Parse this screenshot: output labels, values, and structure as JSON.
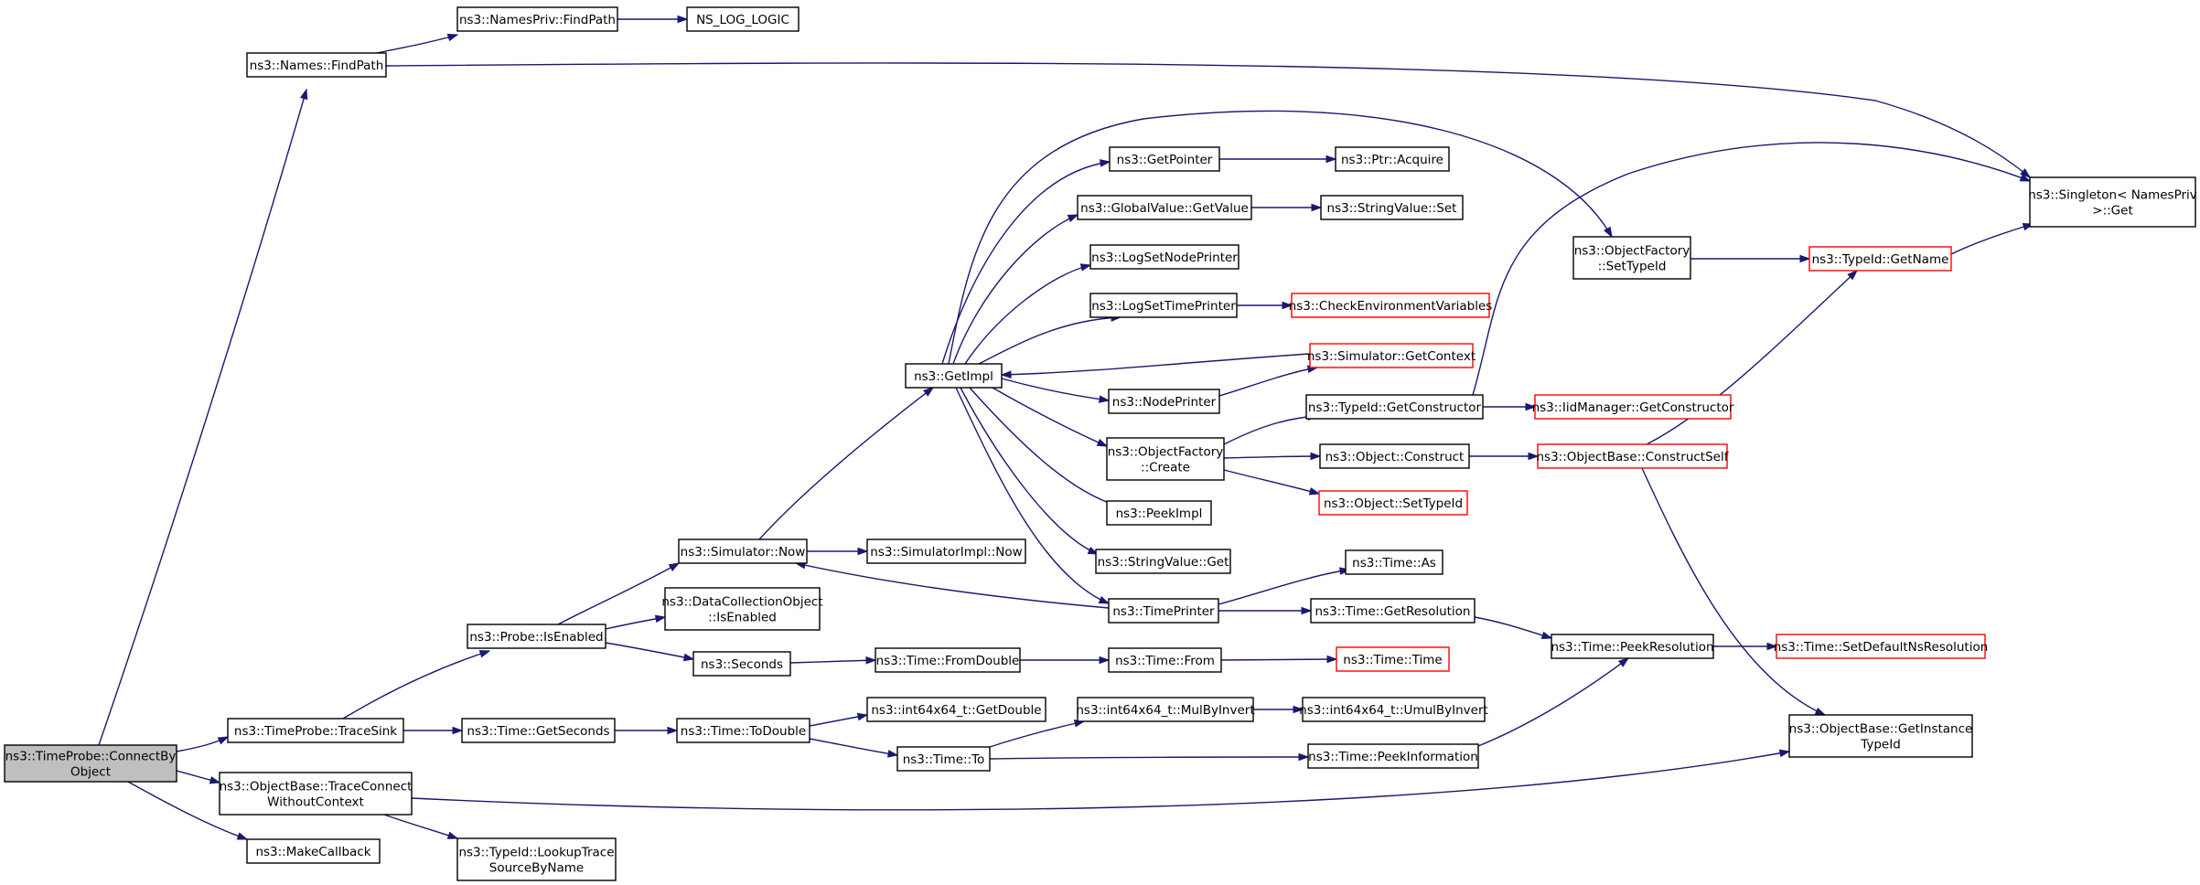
{
  "diagram": {
    "nodes": [
      {
        "id": "connect",
        "lines": [
          "ns3::TimeProbe::ConnectBy",
          "Object"
        ],
        "style": "root"
      },
      {
        "id": "names_findpath",
        "lines": [
          "ns3::Names::FindPath"
        ]
      },
      {
        "id": "namespriv_findpath",
        "lines": [
          "ns3::NamesPriv::FindPath"
        ]
      },
      {
        "id": "ns_log_logic",
        "lines": [
          "NS_LOG_LOGIC"
        ]
      },
      {
        "id": "singleton_get",
        "lines": [
          "ns3::Singleton< NamesPriv",
          ">::Get"
        ]
      },
      {
        "id": "traceconnect",
        "lines": [
          "ns3::ObjectBase::TraceConnect",
          "WithoutContext"
        ]
      },
      {
        "id": "makecallback",
        "lines": [
          "ns3::MakeCallback"
        ]
      },
      {
        "id": "lookuptrace",
        "lines": [
          "ns3::TypeId::LookupTrace",
          "SourceByName"
        ]
      },
      {
        "id": "tracesink",
        "lines": [
          "ns3::TimeProbe::TraceSink"
        ]
      },
      {
        "id": "probe_isenabled",
        "lines": [
          "ns3::Probe::IsEnabled"
        ]
      },
      {
        "id": "time_getseconds",
        "lines": [
          "ns3::Time::GetSeconds"
        ]
      },
      {
        "id": "time_todouble",
        "lines": [
          "ns3::Time::ToDouble"
        ]
      },
      {
        "id": "int64_getdouble",
        "lines": [
          "ns3::int64x64_t::GetDouble"
        ]
      },
      {
        "id": "time_to",
        "lines": [
          "ns3::Time::To"
        ]
      },
      {
        "id": "int64_mulbyinvert",
        "lines": [
          "ns3::int64x64_t::MulByInvert"
        ]
      },
      {
        "id": "int64_umulbyinvert",
        "lines": [
          "ns3::int64x64_t::UmulByInvert"
        ]
      },
      {
        "id": "time_peekinformation",
        "lines": [
          "ns3::Time::PeekInformation"
        ]
      },
      {
        "id": "time_peekresolution",
        "lines": [
          "ns3::Time::PeekResolution"
        ]
      },
      {
        "id": "time_setdefaultns",
        "lines": [
          "ns3::Time::SetDefaultNsResolution"
        ],
        "style": "trunc"
      },
      {
        "id": "simulator_now",
        "lines": [
          "ns3::Simulator::Now"
        ]
      },
      {
        "id": "simimpl_now",
        "lines": [
          "ns3::SimulatorImpl::Now"
        ]
      },
      {
        "id": "dco_isenabled",
        "lines": [
          "ns3::DataCollectionObject",
          "::IsEnabled"
        ]
      },
      {
        "id": "seconds",
        "lines": [
          "ns3::Seconds"
        ]
      },
      {
        "id": "time_fromdouble",
        "lines": [
          "ns3::Time::FromDouble"
        ]
      },
      {
        "id": "time_from",
        "lines": [
          "ns3::Time::From"
        ]
      },
      {
        "id": "time_time",
        "lines": [
          "ns3::Time::Time"
        ],
        "style": "trunc"
      },
      {
        "id": "getimpl",
        "lines": [
          "ns3::GetImpl"
        ]
      },
      {
        "id": "getpointer",
        "lines": [
          "ns3::GetPointer"
        ]
      },
      {
        "id": "ptr_acquire",
        "lines": [
          "ns3::Ptr::Acquire"
        ]
      },
      {
        "id": "globalvalue_getvalue",
        "lines": [
          "ns3::GlobalValue::GetValue"
        ]
      },
      {
        "id": "stringvalue_set",
        "lines": [
          "ns3::StringValue::Set"
        ]
      },
      {
        "id": "logsetnodeprinter",
        "lines": [
          "ns3::LogSetNodePrinter"
        ]
      },
      {
        "id": "logsettimeprinter",
        "lines": [
          "ns3::LogSetTimePrinter"
        ]
      },
      {
        "id": "checkenv",
        "lines": [
          "ns3::CheckEnvironmentVariables"
        ],
        "style": "trunc"
      },
      {
        "id": "sim_getcontext",
        "lines": [
          "ns3::Simulator::GetContext"
        ],
        "style": "trunc"
      },
      {
        "id": "nodeprinter",
        "lines": [
          "ns3::NodePrinter"
        ]
      },
      {
        "id": "objfactory_create",
        "lines": [
          "ns3::ObjectFactory",
          "::Create"
        ]
      },
      {
        "id": "peekimpl",
        "lines": [
          "ns3::PeekImpl"
        ]
      },
      {
        "id": "stringvalue_get",
        "lines": [
          "ns3::StringValue::Get"
        ]
      },
      {
        "id": "timeprinter",
        "lines": [
          "ns3::TimePrinter"
        ]
      },
      {
        "id": "time_as",
        "lines": [
          "ns3::Time::As"
        ]
      },
      {
        "id": "time_getresolution",
        "lines": [
          "ns3::Time::GetResolution"
        ]
      },
      {
        "id": "typeid_getconstructor",
        "lines": [
          "ns3::TypeId::GetConstructor"
        ]
      },
      {
        "id": "iidmanager_getconstructor",
        "lines": [
          "ns3::IidManager::GetConstructor"
        ],
        "style": "trunc"
      },
      {
        "id": "object_construct",
        "lines": [
          "ns3::Object::Construct"
        ]
      },
      {
        "id": "objectbase_constructself",
        "lines": [
          "ns3::ObjectBase::ConstructSelf"
        ],
        "style": "trunc"
      },
      {
        "id": "object_settypeid",
        "lines": [
          "ns3::Object::SetTypeId"
        ],
        "style": "trunc"
      },
      {
        "id": "objfactory_settypeid",
        "lines": [
          "ns3::ObjectFactory",
          "::SetTypeId"
        ]
      },
      {
        "id": "typeid_getname",
        "lines": [
          "ns3::TypeId::GetName"
        ],
        "style": "trunc"
      },
      {
        "id": "objectbase_getinstancetypeid",
        "lines": [
          "ns3::ObjectBase::GetInstance",
          "TypeId"
        ]
      }
    ],
    "edges": [
      [
        "connect",
        "names_findpath"
      ],
      [
        "connect",
        "tracesink"
      ],
      [
        "connect",
        "traceconnect"
      ],
      [
        "connect",
        "makecallback"
      ],
      [
        "names_findpath",
        "namespriv_findpath"
      ],
      [
        "names_findpath",
        "singleton_get"
      ],
      [
        "namespriv_findpath",
        "ns_log_logic"
      ],
      [
        "traceconnect",
        "objectbase_getinstancetypeid"
      ],
      [
        "traceconnect",
        "lookuptrace"
      ],
      [
        "tracesink",
        "probe_isenabled"
      ],
      [
        "tracesink",
        "time_getseconds"
      ],
      [
        "probe_isenabled",
        "simulator_now"
      ],
      [
        "probe_isenabled",
        "dco_isenabled"
      ],
      [
        "probe_isenabled",
        "seconds"
      ],
      [
        "time_getseconds",
        "time_todouble"
      ],
      [
        "time_todouble",
        "int64_getdouble"
      ],
      [
        "time_todouble",
        "time_to"
      ],
      [
        "time_to",
        "int64_mulbyinvert"
      ],
      [
        "time_to",
        "time_peekinformation"
      ],
      [
        "int64_mulbyinvert",
        "int64_umulbyinvert"
      ],
      [
        "time_peekinformation",
        "time_peekresolution"
      ],
      [
        "time_peekresolution",
        "time_setdefaultns"
      ],
      [
        "seconds",
        "time_fromdouble"
      ],
      [
        "time_fromdouble",
        "time_from"
      ],
      [
        "time_from",
        "time_time"
      ],
      [
        "simulator_now",
        "getimpl"
      ],
      [
        "simulator_now",
        "simimpl_now"
      ],
      [
        "getimpl",
        "getpointer"
      ],
      [
        "getimpl",
        "globalvalue_getvalue"
      ],
      [
        "getimpl",
        "logsetnodeprinter"
      ],
      [
        "getimpl",
        "logsettimeprinter"
      ],
      [
        "getimpl",
        "nodeprinter"
      ],
      [
        "getimpl",
        "objfactory_create"
      ],
      [
        "getimpl",
        "peekimpl"
      ],
      [
        "getimpl",
        "stringvalue_get"
      ],
      [
        "getimpl",
        "timeprinter"
      ],
      [
        "getimpl",
        "objfactory_settypeid"
      ],
      [
        "getpointer",
        "ptr_acquire"
      ],
      [
        "globalvalue_getvalue",
        "stringvalue_set"
      ],
      [
        "logsettimeprinter",
        "checkenv"
      ],
      [
        "sim_getcontext",
        "getimpl"
      ],
      [
        "nodeprinter",
        "sim_getcontext"
      ],
      [
        "objfactory_create",
        "typeid_getconstructor"
      ],
      [
        "objfactory_create",
        "object_construct"
      ],
      [
        "objfactory_create",
        "object_settypeid"
      ],
      [
        "typeid_getconstructor",
        "iidmanager_getconstructor"
      ],
      [
        "typeid_getconstructor",
        "singleton_get"
      ],
      [
        "object_construct",
        "objectbase_constructself"
      ],
      [
        "objectbase_constructself",
        "typeid_getname"
      ],
      [
        "objectbase_constructself",
        "objectbase_getinstancetypeid"
      ],
      [
        "objfactory_settypeid",
        "typeid_getname"
      ],
      [
        "typeid_getname",
        "singleton_get"
      ],
      [
        "timeprinter",
        "simulator_now"
      ],
      [
        "timeprinter",
        "time_as"
      ],
      [
        "timeprinter",
        "time_getresolution"
      ],
      [
        "time_getresolution",
        "time_peekresolution"
      ]
    ]
  }
}
